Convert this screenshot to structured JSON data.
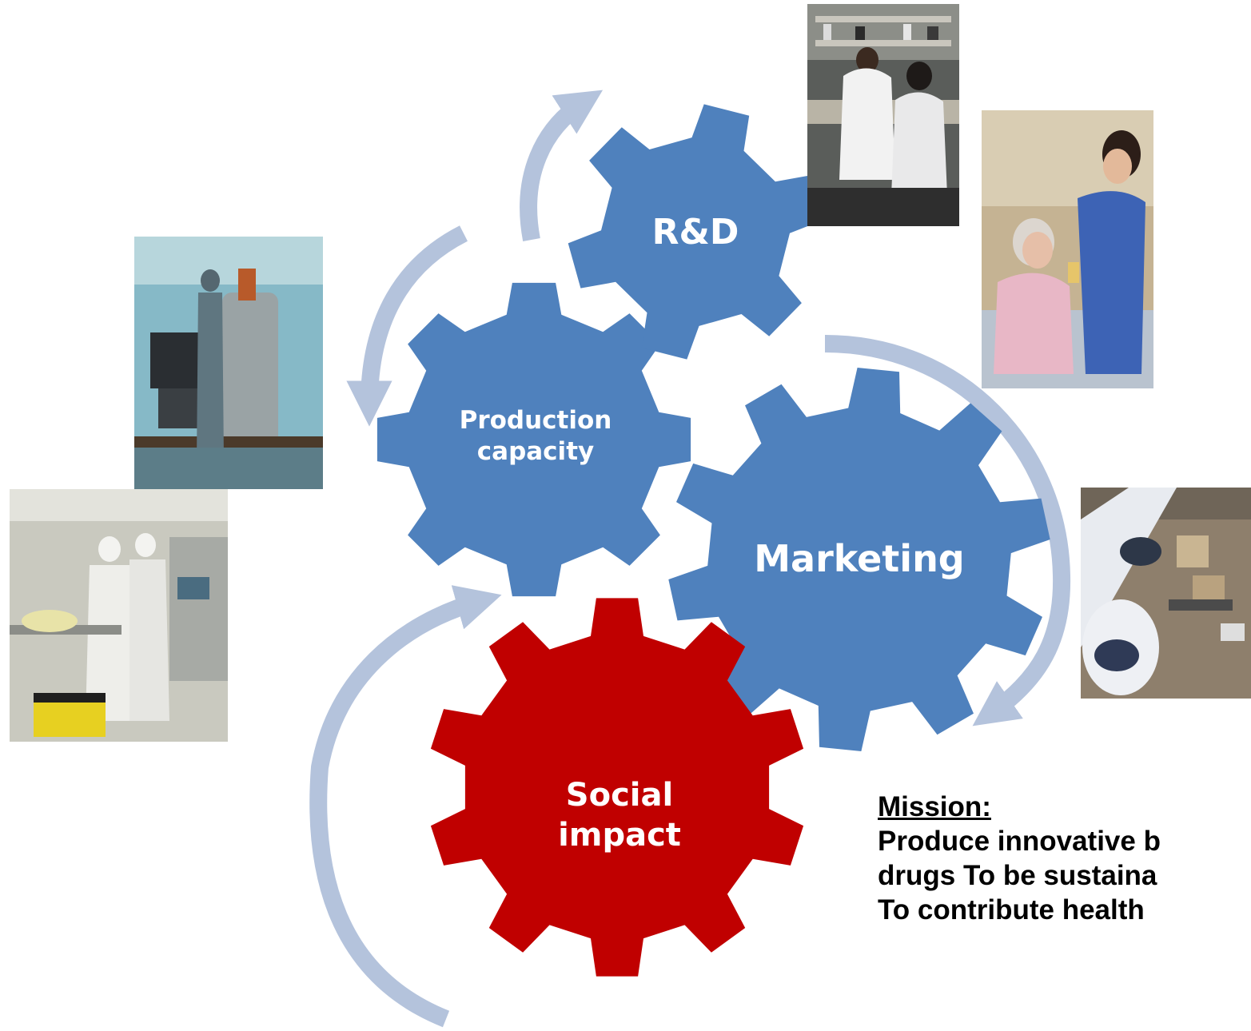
{
  "gears": {
    "rnd": {
      "label": "R&D",
      "color": "#4F81BD"
    },
    "production": {
      "line1": "Production",
      "line2": "capacity",
      "color": "#4F81BD"
    },
    "marketing": {
      "label": "Marketing",
      "color": "#4F81BD"
    },
    "social": {
      "line1": "Social",
      "line2": "impact",
      "color": "#C00000"
    }
  },
  "arrow_color": "#B4C3DC",
  "mission": {
    "heading": "Mission:",
    "lines": [
      "Produce innovative b",
      "drugs To be sustaina",
      "To contribute health"
    ]
  },
  "photos": [
    {
      "subject": "laboratory researchers"
    },
    {
      "subject": "nurse with elderly patient"
    },
    {
      "subject": "bioreactor production plant"
    },
    {
      "subject": "cleanroom workers"
    },
    {
      "subject": "airport cargo loading"
    }
  ]
}
